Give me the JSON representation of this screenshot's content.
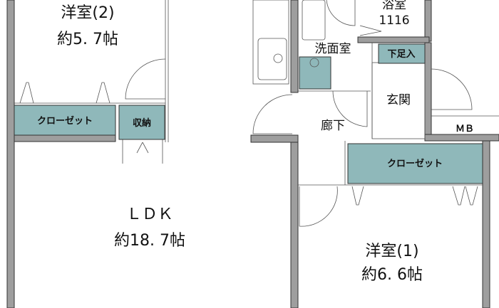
{
  "floorplan": {
    "rooms": {
      "western2": {
        "name": "洋室(2)",
        "size": "約5. 7帖"
      },
      "ldk": {
        "name": "ＬＤＫ",
        "size": "約18. 7帖"
      },
      "western1": {
        "name": "洋室(1)",
        "size": "約6. 6帖"
      },
      "bath": {
        "name": "浴室",
        "size": "1116"
      },
      "washroom": {
        "name": "洗面室"
      },
      "hallway": {
        "name": "廊下"
      },
      "entrance": {
        "name": "玄関"
      },
      "shoe_storage": {
        "name": "下足入"
      },
      "closet_left": {
        "name": "クローゼット"
      },
      "storage": {
        "name": "収納"
      },
      "closet_right": {
        "name": "クローゼット"
      },
      "meter_box": {
        "name": "ＭＢ"
      }
    },
    "colors": {
      "storage_fill": "#8fb8ba",
      "wall": "#9e9e9e"
    }
  }
}
